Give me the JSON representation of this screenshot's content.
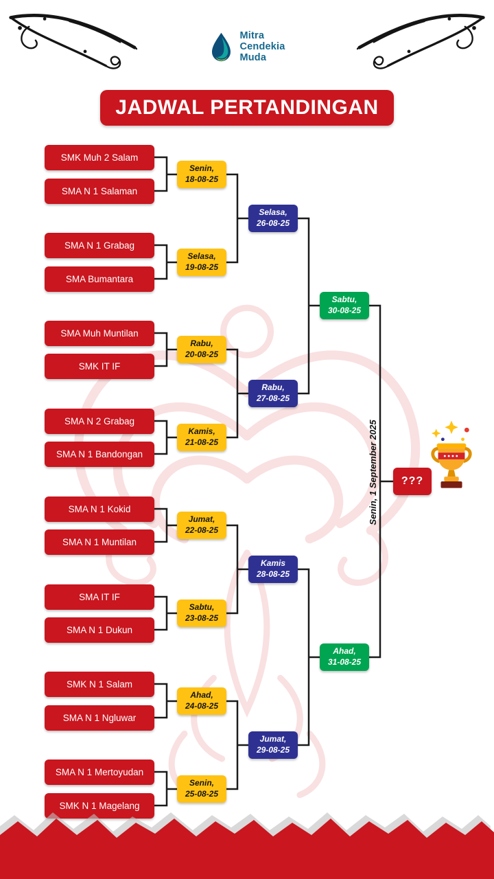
{
  "title": "JADWAL PERTANDINGAN",
  "logo": {
    "line1": "Mitra",
    "line2": "Cendekia",
    "line3": "Muda"
  },
  "bracket": {
    "teams": [
      "SMK Muh 2 Salam",
      "SMA N 1 Salaman",
      "SMA N 1 Grabag",
      "SMA Bumantara",
      "SMA Muh Muntilan",
      "SMK IT IF",
      "SMA N 2 Grabag",
      "SMA N 1 Bandongan",
      "SMA N 1 Kokid",
      "SMA N 1 Muntilan",
      "SMA IT IF",
      "SMA N 1 Dukun",
      "SMK N 1 Salam",
      "SMA N 1 Ngluwar",
      "SMA N 1 Mertoyudan",
      "SMK N 1 Magelang"
    ],
    "round1": [
      {
        "day": "Senin,",
        "date": "18-08-25"
      },
      {
        "day": "Selasa,",
        "date": "19-08-25"
      },
      {
        "day": "Rabu,",
        "date": "20-08-25"
      },
      {
        "day": "Kamis,",
        "date": "21-08-25"
      },
      {
        "day": "Jumat,",
        "date": "22-08-25"
      },
      {
        "day": "Sabtu,",
        "date": "23-08-25"
      },
      {
        "day": "Ahad,",
        "date": "24-08-25"
      },
      {
        "day": "Senin,",
        "date": "25-08-25"
      }
    ],
    "round2": [
      {
        "day": "Selasa,",
        "date": "26-08-25"
      },
      {
        "day": "Rabu,",
        "date": "27-08-25"
      },
      {
        "day": "Kamis",
        "date": "28-08-25"
      },
      {
        "day": "Jumat,",
        "date": "29-08-25"
      }
    ],
    "semifinals": [
      {
        "day": "Sabtu,",
        "date": "30-08-25"
      },
      {
        "day": "Ahad,",
        "date": "31-08-25"
      }
    ],
    "final": {
      "date_label": "Senin, 1 September 2025",
      "winner_placeholder": "???"
    }
  },
  "colors": {
    "red": "#C9161F",
    "yellow": "#FFC212",
    "blue": "#2E3192",
    "green": "#00A551",
    "logo_blue": "#16698E"
  }
}
